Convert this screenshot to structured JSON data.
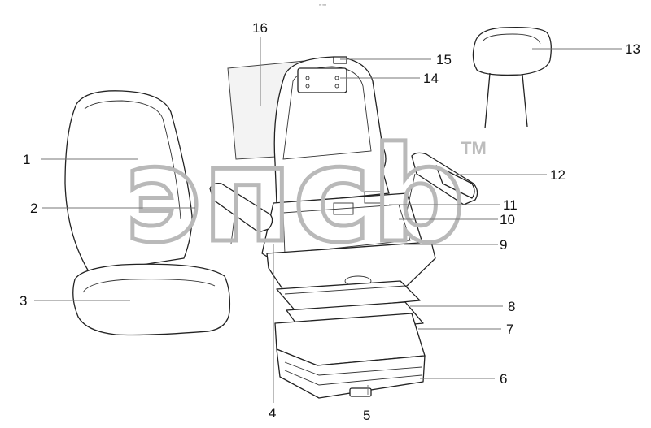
{
  "header": {
    "small_code": "⁰⁰ ⁰⁰⁰"
  },
  "watermark": {
    "text": "эпсb",
    "trademark": "TM",
    "color": "#bdbdbd"
  },
  "callouts": [
    {
      "id": "c1",
      "label": "1"
    },
    {
      "id": "c2",
      "label": "2"
    },
    {
      "id": "c3",
      "label": "3"
    },
    {
      "id": "c4",
      "label": "4"
    },
    {
      "id": "c5",
      "label": "5"
    },
    {
      "id": "c6",
      "label": "6"
    },
    {
      "id": "c7",
      "label": "7"
    },
    {
      "id": "c8",
      "label": "8"
    },
    {
      "id": "c9",
      "label": "9"
    },
    {
      "id": "c10",
      "label": "10"
    },
    {
      "id": "c11",
      "label": "11"
    },
    {
      "id": "c12",
      "label": "12"
    },
    {
      "id": "c13",
      "label": "13"
    },
    {
      "id": "c14",
      "label": "14"
    },
    {
      "id": "c15",
      "label": "15"
    },
    {
      "id": "c16",
      "label": "16"
    }
  ]
}
